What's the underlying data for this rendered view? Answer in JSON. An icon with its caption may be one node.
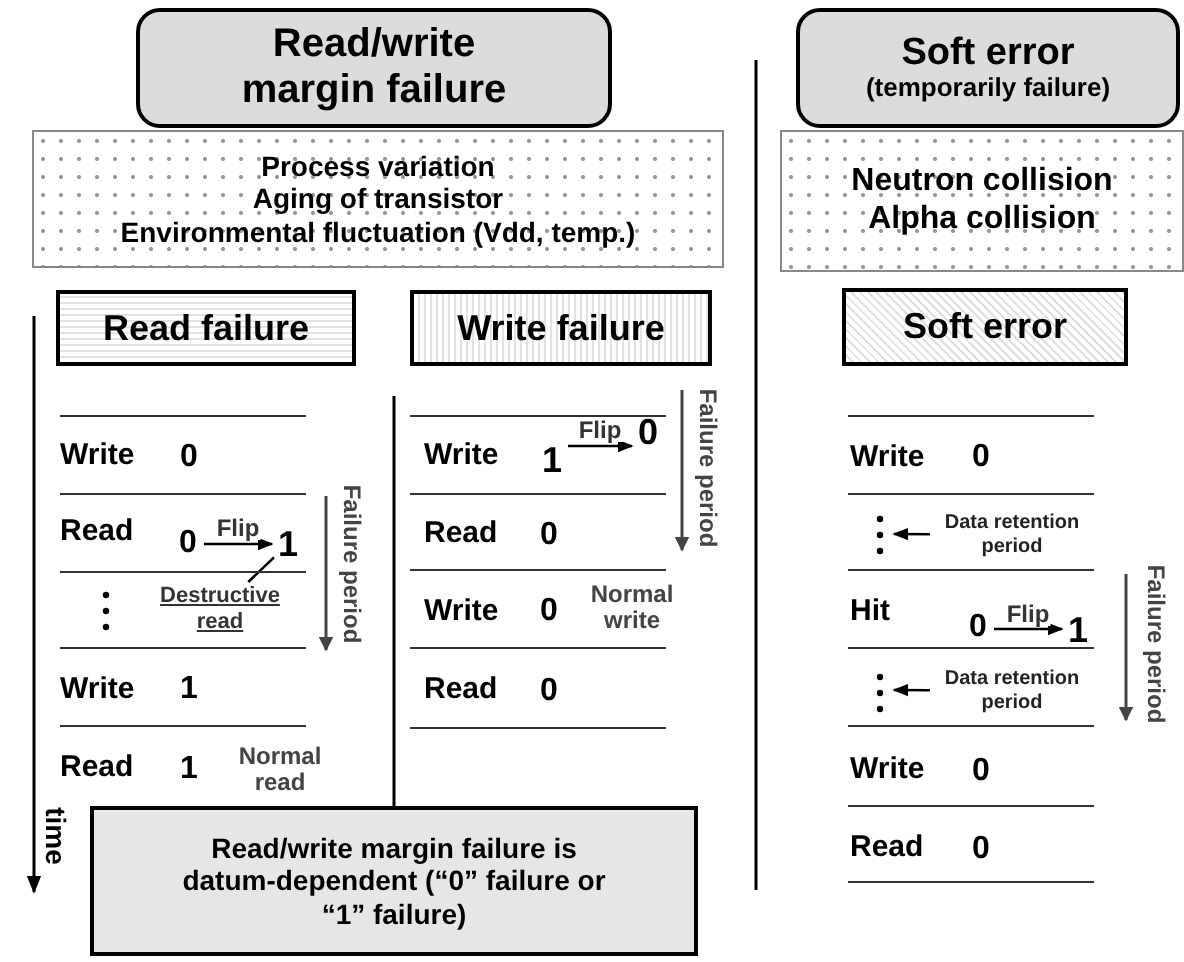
{
  "diagram": {
    "nodes": [
      {
        "text": [
          "Read/write margin failure"
        ]
      },
      {
        "text": [
          "Process variation",
          "Aging of transistor",
          "Environmental fluctuation (Vdd, temp.)"
        ]
      },
      {
        "text": [
          "Read failure"
        ]
      },
      {
        "text": [
          "Write failure"
        ]
      },
      {
        "text": [
          "Destructive read"
        ]
      },
      {
        "text": [
          "Soft error",
          "(temporarily failure)"
        ]
      },
      {
        "text": [
          "Neutron collision",
          "Alpha collision"
        ]
      },
      {
        "text": [
          "Soft error"
        ]
      },
      {
        "text": [
          "Data retention period"
        ]
      },
      {
        "text": [
          "Data retention period"
        ]
      },
      {
        "text": [
          "Read/write margin failure is datum-dependent (“0” failure or “1” failure)"
        ]
      },
      {
        "text": [
          "0"
        ]
      },
      {
        "text": [
          "1"
        ]
      },
      {
        "text": [
          "1"
        ]
      },
      {
        "text": [
          "0"
        ]
      },
      {
        "text": [
          "0"
        ]
      },
      {
        "text": [
          "1"
        ]
      }
    ],
    "edges": [
      {
        "from": 4,
        "to": 12,
        "arrow": "none"
      },
      {
        "from": 8,
        "to": null,
        "arrow": "to"
      },
      {
        "from": 9,
        "to": null,
        "arrow": "to"
      },
      {
        "from": 11,
        "to": 12,
        "label": "Flip",
        "arrow": "to"
      },
      {
        "from": 13,
        "to": 14,
        "label": "Flip",
        "arrow": "to"
      },
      {
        "from": 15,
        "to": 16,
        "label": "Flip",
        "arrow": "to"
      }
    ],
    "labels": [
      "Write",
      "0",
      "Read",
      "Write",
      "1",
      "Read",
      "1",
      "Normal read",
      "Failure period",
      "Write",
      "Read",
      "0",
      "Write",
      "0",
      "Normal write",
      "Read",
      "0",
      "Failure period",
      "Write",
      "0",
      "Hit",
      "Write",
      "0",
      "Read",
      "0",
      "Failure period",
      "time"
    ]
  }
}
